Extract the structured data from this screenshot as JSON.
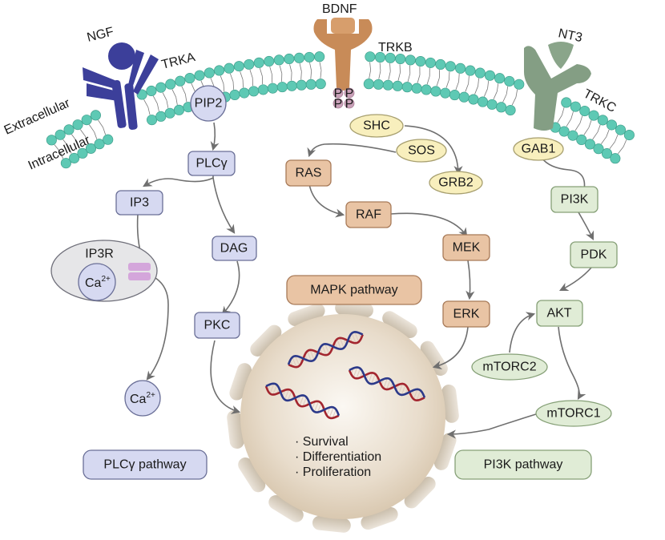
{
  "colors": {
    "membrane_head": "#5ec9b4",
    "trka": "#3c3f9a",
    "trkb": "#c88b58",
    "trkc": "#849e84",
    "phospho": "#c9a0b8",
    "plc_fill": "#d6d9f1",
    "mapk_fill": "#e9c4a4",
    "pi3k_fill": "#e0ecd6",
    "adaptor_fill": "#f8efbd",
    "nucleus": "#e8dccb",
    "dna_red": "#a3262f",
    "dna_blue": "#2c3a8a"
  },
  "membrane": {
    "extracellular_label": "Extracellular",
    "intracellular_label": "Intracellular"
  },
  "receptors": {
    "ngf": "NGF",
    "trka": "TRKA",
    "bdnf": "BDNF",
    "trkb": "TRKB",
    "nt3": "NT3",
    "trkc": "TRKC",
    "phospho_label": "P"
  },
  "plc_pathway": {
    "pip2": "PIP2",
    "plcg": "PLCγ",
    "ip3": "IP3",
    "dag": "DAG",
    "ip3r": "IP3R",
    "ca_store": "Ca",
    "ca_release": "Ca",
    "ca_superscript": "2+",
    "pkc": "PKC",
    "pathway_label": "PLCγ pathway"
  },
  "mapk_pathway": {
    "shc": "SHC",
    "sos": "SOS",
    "grb2": "GRB2",
    "ras": "RAS",
    "raf": "RAF",
    "mek": "MEK",
    "erk": "ERK",
    "pathway_label": "MAPK pathway"
  },
  "pi3k_pathway": {
    "gab1": "GAB1",
    "pi3k": "PI3K",
    "pdk": "PDK",
    "akt": "AKT",
    "mtorc2": "mTORC2",
    "mtorc1": "mTORC1",
    "pathway_label": "PI3K pathway"
  },
  "nucleus": {
    "outcomes": [
      "· Survival",
      "· Differentiation",
      "· Proliferation"
    ]
  }
}
